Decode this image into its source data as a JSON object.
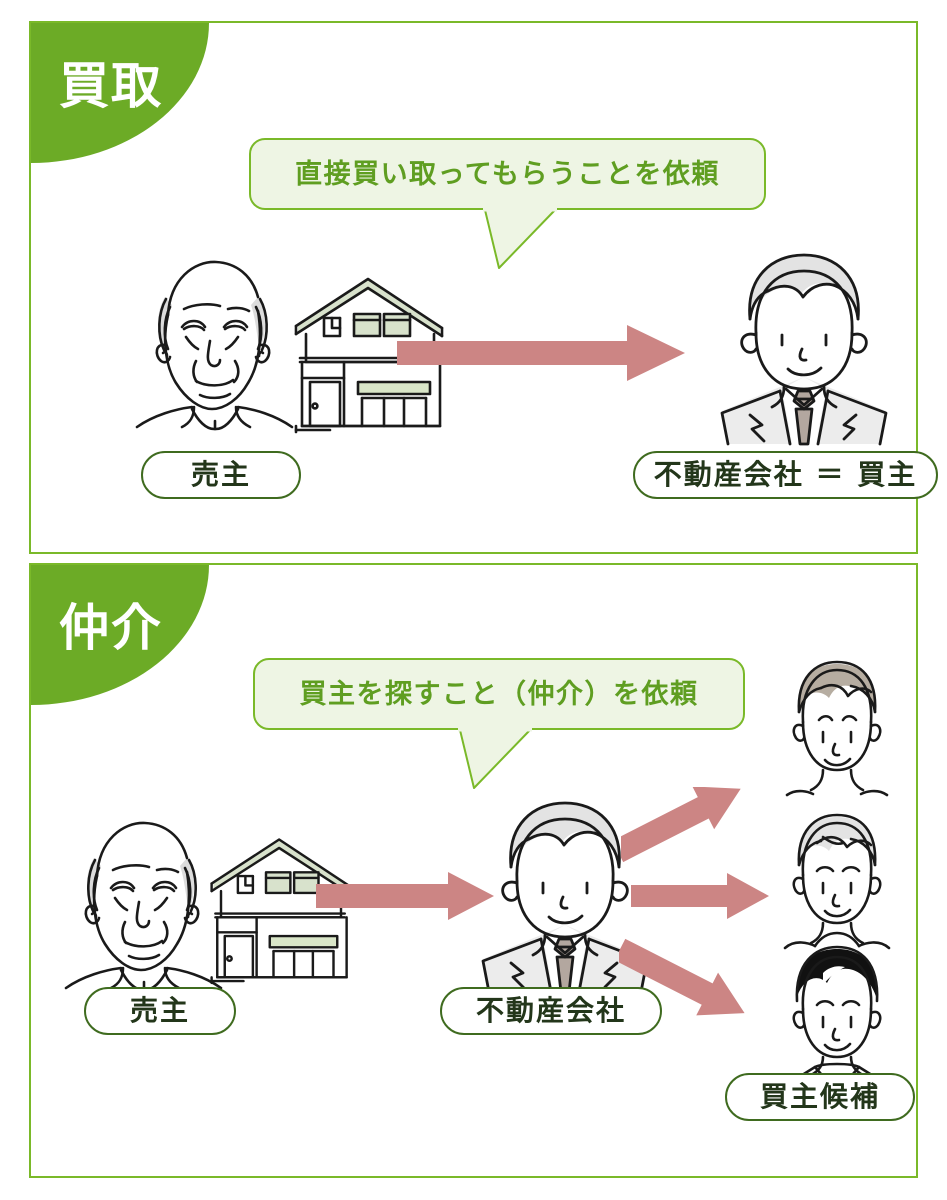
{
  "theme": {
    "badge_green": "#6cab26",
    "border_green": "#7ab929",
    "bubble_fill": "#eef5e4",
    "bubble_text_green": "#5f9e21",
    "pill_border_green": "#3f6b1f",
    "pill_text": "#23361a",
    "arrow_rose": "#cc8584",
    "line_black": "#1a1a1a",
    "hair_gray": "#e3e3e3",
    "hair_taupe": "#b6ada1",
    "hair_black": "#111111",
    "roof_green": "#d8e2cc",
    "tie_taupe": "#b3a79f"
  },
  "panels": [
    {
      "id": "kaitori",
      "badge_label": "買取",
      "bubble_text": "直接買い取ってもらうことを依頼",
      "figures": {
        "seller": {
          "icon": "elderly-man-icon",
          "pill_label": "売主"
        },
        "house": {
          "icon": "house-icon"
        },
        "company": {
          "icon": "businessman-icon",
          "pill_label": "不動産会社 ＝ 買主"
        }
      },
      "arrows": [
        {
          "name": "seller-to-company-arrow",
          "direction": "right"
        }
      ]
    },
    {
      "id": "chukai",
      "badge_label": "仲介",
      "bubble_text": "買主を探すこと（仲介）を依頼",
      "figures": {
        "seller": {
          "icon": "elderly-man-icon",
          "pill_label": "売主"
        },
        "house": {
          "icon": "house-icon"
        },
        "company": {
          "icon": "businessman-icon",
          "pill_label": "不動産会社"
        },
        "buyers_pill_label": "買主候補",
        "buyers": [
          {
            "icon": "person-taupe-hair-icon"
          },
          {
            "icon": "person-gray-hair-icon"
          },
          {
            "icon": "person-black-hair-icon"
          }
        ]
      },
      "arrows": [
        {
          "name": "seller-to-company-arrow",
          "direction": "right"
        },
        {
          "name": "company-to-buyer-1-arrow",
          "direction": "up-right"
        },
        {
          "name": "company-to-buyer-2-arrow",
          "direction": "right"
        },
        {
          "name": "company-to-buyer-3-arrow",
          "direction": "down-right"
        }
      ]
    }
  ]
}
